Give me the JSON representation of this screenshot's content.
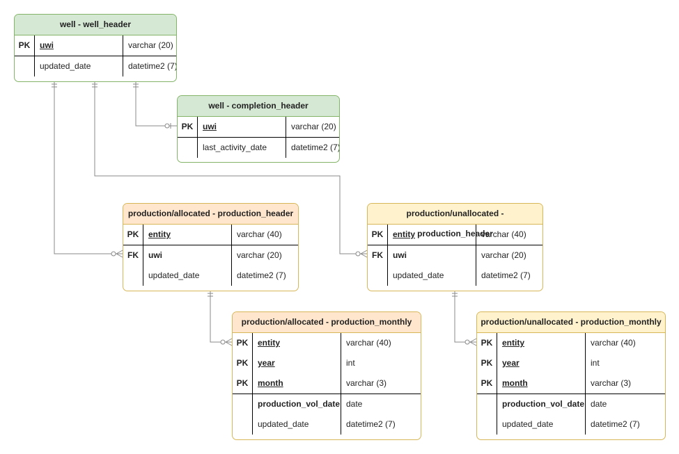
{
  "tables": [
    {
      "id": "well_header",
      "title": "well - well_header",
      "rows": [
        {
          "key": "PK",
          "name": "uwi",
          "type": "varchar (20)",
          "kind": "pk"
        },
        {
          "key": "",
          "name": "updated_date",
          "type": "datetime2 (7)",
          "kind": "plain"
        }
      ]
    },
    {
      "id": "completion_header",
      "title": "well - completion_header",
      "rows": [
        {
          "key": "PK",
          "name": "uwi",
          "type": "varchar (20)",
          "kind": "pk"
        },
        {
          "key": "",
          "name": "last_activity_date",
          "type": "datetime2 (7)",
          "kind": "plain"
        }
      ]
    },
    {
      "id": "alloc_header",
      "title": "production/allocated - production_header",
      "rows": [
        {
          "key": "PK",
          "name": "entity",
          "type": "varchar (40)",
          "kind": "pk"
        },
        {
          "key": "FK",
          "name": "uwi",
          "type": "varchar (20)",
          "kind": "fk"
        },
        {
          "key": "",
          "name": "updated_date",
          "type": "datetime2 (7)",
          "kind": "plain"
        }
      ]
    },
    {
      "id": "unalloc_header",
      "title": "production/unallocated - production_header",
      "rows": [
        {
          "key": "PK",
          "name": "entity",
          "type": "varchar (40)",
          "kind": "pk"
        },
        {
          "key": "FK",
          "name": "uwi",
          "type": "varchar (20)",
          "kind": "fk"
        },
        {
          "key": "",
          "name": "updated_date",
          "type": "datetime2 (7)",
          "kind": "plain"
        }
      ]
    },
    {
      "id": "alloc_monthly",
      "title": "production/allocated - production_monthly",
      "rows": [
        {
          "key": "PK",
          "name": "entity",
          "type": "varchar (40)",
          "kind": "pk"
        },
        {
          "key": "PK",
          "name": "year",
          "type": "int",
          "kind": "pk"
        },
        {
          "key": "PK",
          "name": "month",
          "type": "varchar (3)",
          "kind": "pk"
        },
        {
          "key": "",
          "name": "production_vol_date",
          "type": "date",
          "kind": "bold"
        },
        {
          "key": "",
          "name": "updated_date",
          "type": "datetime2 (7)",
          "kind": "plain"
        }
      ]
    },
    {
      "id": "unalloc_monthly",
      "title": "production/unallocated - production_monthly",
      "rows": [
        {
          "key": "PK",
          "name": "entity",
          "type": "varchar (40)",
          "kind": "pk"
        },
        {
          "key": "PK",
          "name": "year",
          "type": "int",
          "kind": "pk"
        },
        {
          "key": "PK",
          "name": "month",
          "type": "varchar (3)",
          "kind": "pk"
        },
        {
          "key": "",
          "name": "production_vol_date",
          "type": "date",
          "kind": "bold"
        },
        {
          "key": "",
          "name": "updated_date",
          "type": "datetime2 (7)",
          "kind": "plain"
        }
      ]
    }
  ],
  "colors": {
    "green_fill": "#d5e8d4",
    "green_stroke": "#82b366",
    "orange_fill": "#ffe6cc",
    "yellow_fill": "#fff2cc",
    "yellow_stroke": "#d6b656",
    "connector": "#888888"
  },
  "relationships": [
    {
      "from": "well_header",
      "to": "completion_header",
      "from_end": "one-mandatory",
      "to_end": "zero-or-one"
    },
    {
      "from": "well_header",
      "to": "alloc_header",
      "from_end": "one-mandatory",
      "to_end": "zero-or-many"
    },
    {
      "from": "well_header",
      "to": "unalloc_header",
      "from_end": "one-mandatory",
      "to_end": "zero-or-many"
    },
    {
      "from": "alloc_header",
      "to": "alloc_monthly",
      "from_end": "one-mandatory",
      "to_end": "zero-or-many"
    },
    {
      "from": "unalloc_header",
      "to": "unalloc_monthly",
      "from_end": "one-mandatory",
      "to_end": "zero-or-many"
    }
  ]
}
